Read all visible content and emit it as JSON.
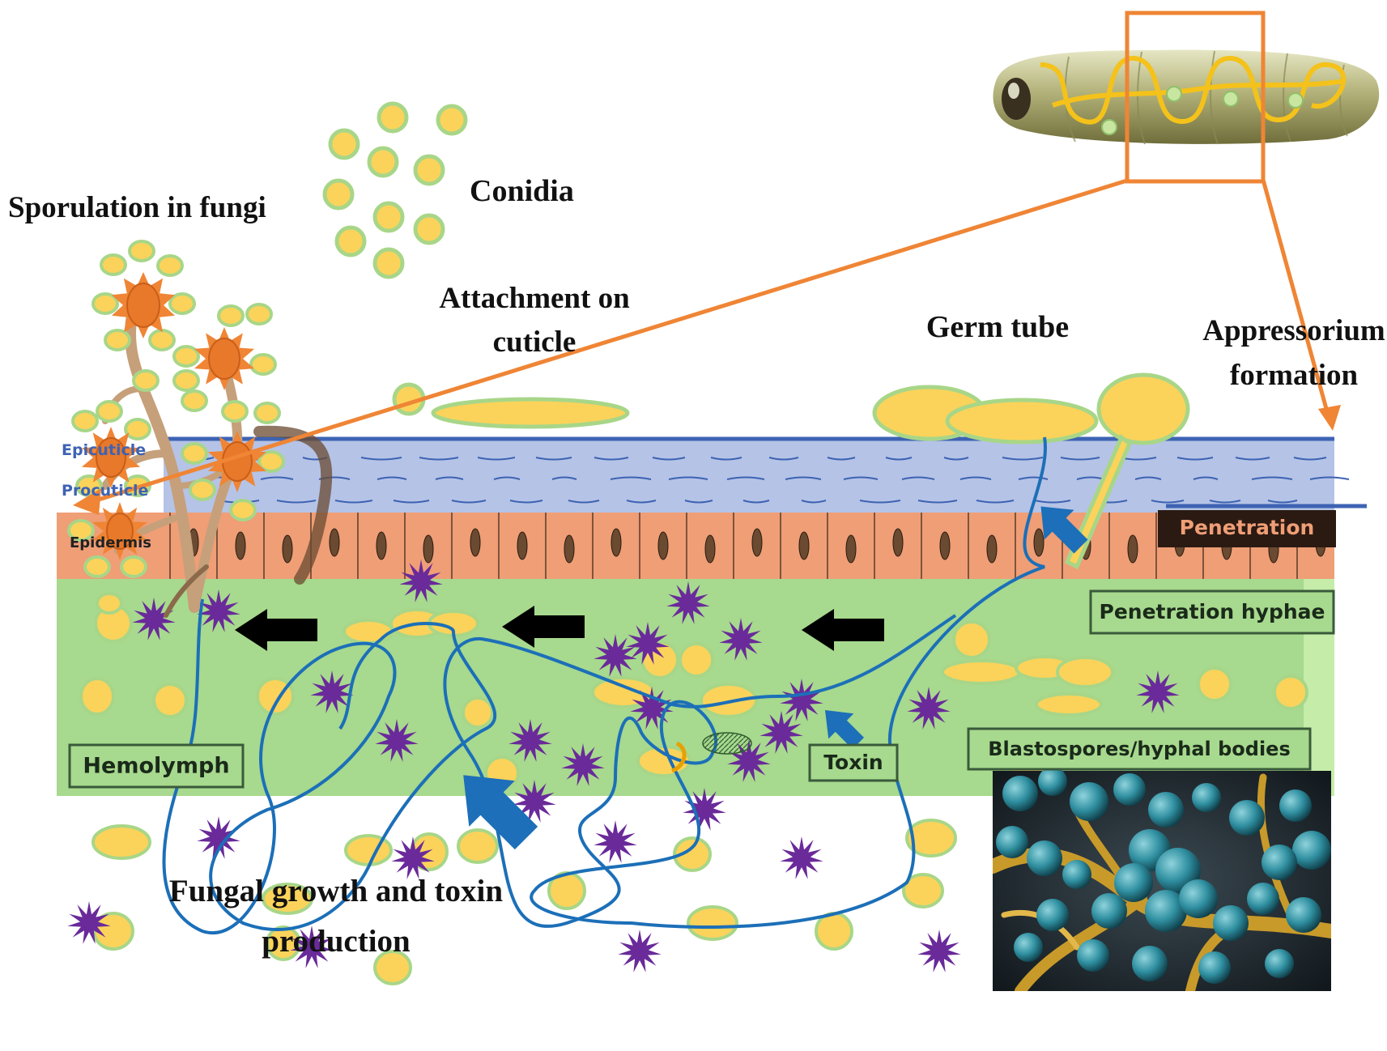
{
  "labels": {
    "sporulation": "Sporulation in fungi",
    "conidia": "Conidia",
    "attachment_line1": "Attachment on",
    "attachment_line2": "cuticle",
    "germ_tube": "Germ tube",
    "appressorium_line1": "Appressorium",
    "appressorium_line2": "formation",
    "epicuticle": "Epicuticle",
    "procuticle": "Procuticle",
    "epidermis": "Epidermis",
    "penetration": "Penetration",
    "penetration_hyphae": "Penetration hyphae",
    "hemolymph": "Hemolymph",
    "toxin": "Toxin",
    "blastospores": "Blastospores/hyphal bodies",
    "fungal_growth_line1": "Fungal growth and toxin",
    "fungal_growth_line2": "production"
  },
  "colors": {
    "conidium_fill": "#fbd35a",
    "conidium_stroke": "#a8d688",
    "cuticle": "#b5c3e6",
    "cuticle_line": "#3d63b3",
    "epidermis": "#ef9e76",
    "hemolymph": "#a7d98e",
    "toxin": "#6a2a9a",
    "hypha": "#1c6fb8",
    "pointer": "#ef8535",
    "sporangium": "#ef8535",
    "stem": "#c6a07a",
    "label_border": "#3a5a3a"
  },
  "icons": {
    "larva": "caterpillar-illustration",
    "micrograph": "fungal-micrograph",
    "flow_arrow": "black-left-arrow",
    "blue_arrow": "blue-pointer-arrow"
  }
}
